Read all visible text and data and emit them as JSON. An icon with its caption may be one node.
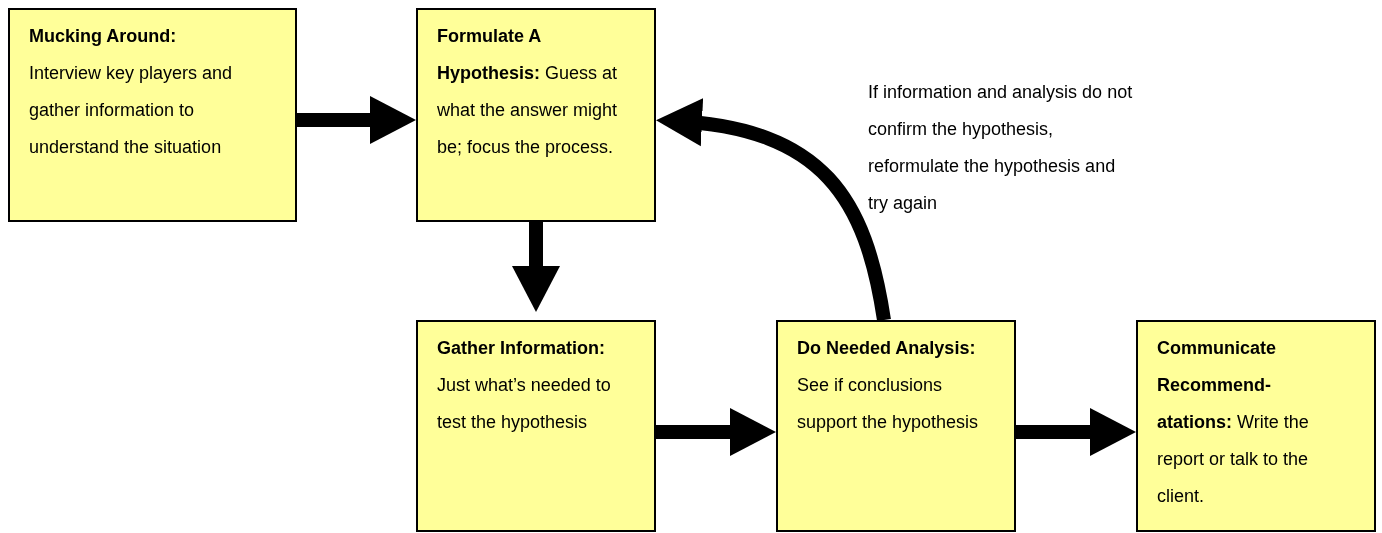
{
  "diagram": {
    "nodes": [
      {
        "text": [
          "Mucking Around:",
          "Interview key players and gather information to understand the situation"
        ]
      },
      {
        "text": [
          "**Formulate A Hypothesis:** Guess at what the answer might be; focus the process."
        ]
      },
      {
        "text": [
          "Gather Information:",
          "Just what’s needed to test the hypothesis"
        ]
      },
      {
        "text": [
          "**Do Needed Analysis:** See if conclusions support the hypothesis"
        ]
      },
      {
        "text": [
          "**Communicate Recommend-atations:** Write the report or talk to the client."
        ]
      }
    ],
    "edges": [
      {
        "from": 0,
        "to": 1,
        "arrow": "to"
      },
      {
        "from": 1,
        "to": 2,
        "arrow": "to"
      },
      {
        "from": 2,
        "to": 3,
        "arrow": "to"
      },
      {
        "from": 3,
        "to": 4,
        "arrow": "to"
      },
      {
        "from": 3,
        "to": 1,
        "arrow": "to",
        "label": "If information and analysis do not confirm the hypothesis, reformulate the hypothesis and try again"
      }
    ]
  }
}
